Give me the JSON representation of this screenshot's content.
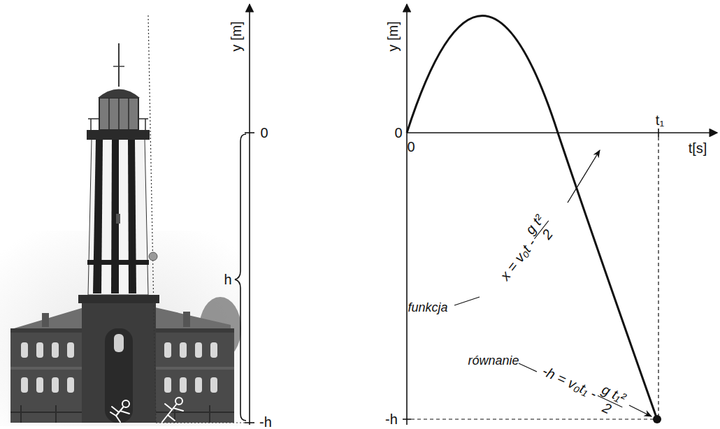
{
  "diagram": {
    "labels": [
      "y [m]",
      "0",
      "h",
      "-h",
      "y [m]",
      "0",
      "0",
      "t₁",
      "t[s]",
      "funkcja",
      "x = v₀t -",
      "g t²",
      "2",
      "równanie",
      "-h = v₀t₁ -",
      "g t₁²",
      "2",
      "-h"
    ]
  }
}
